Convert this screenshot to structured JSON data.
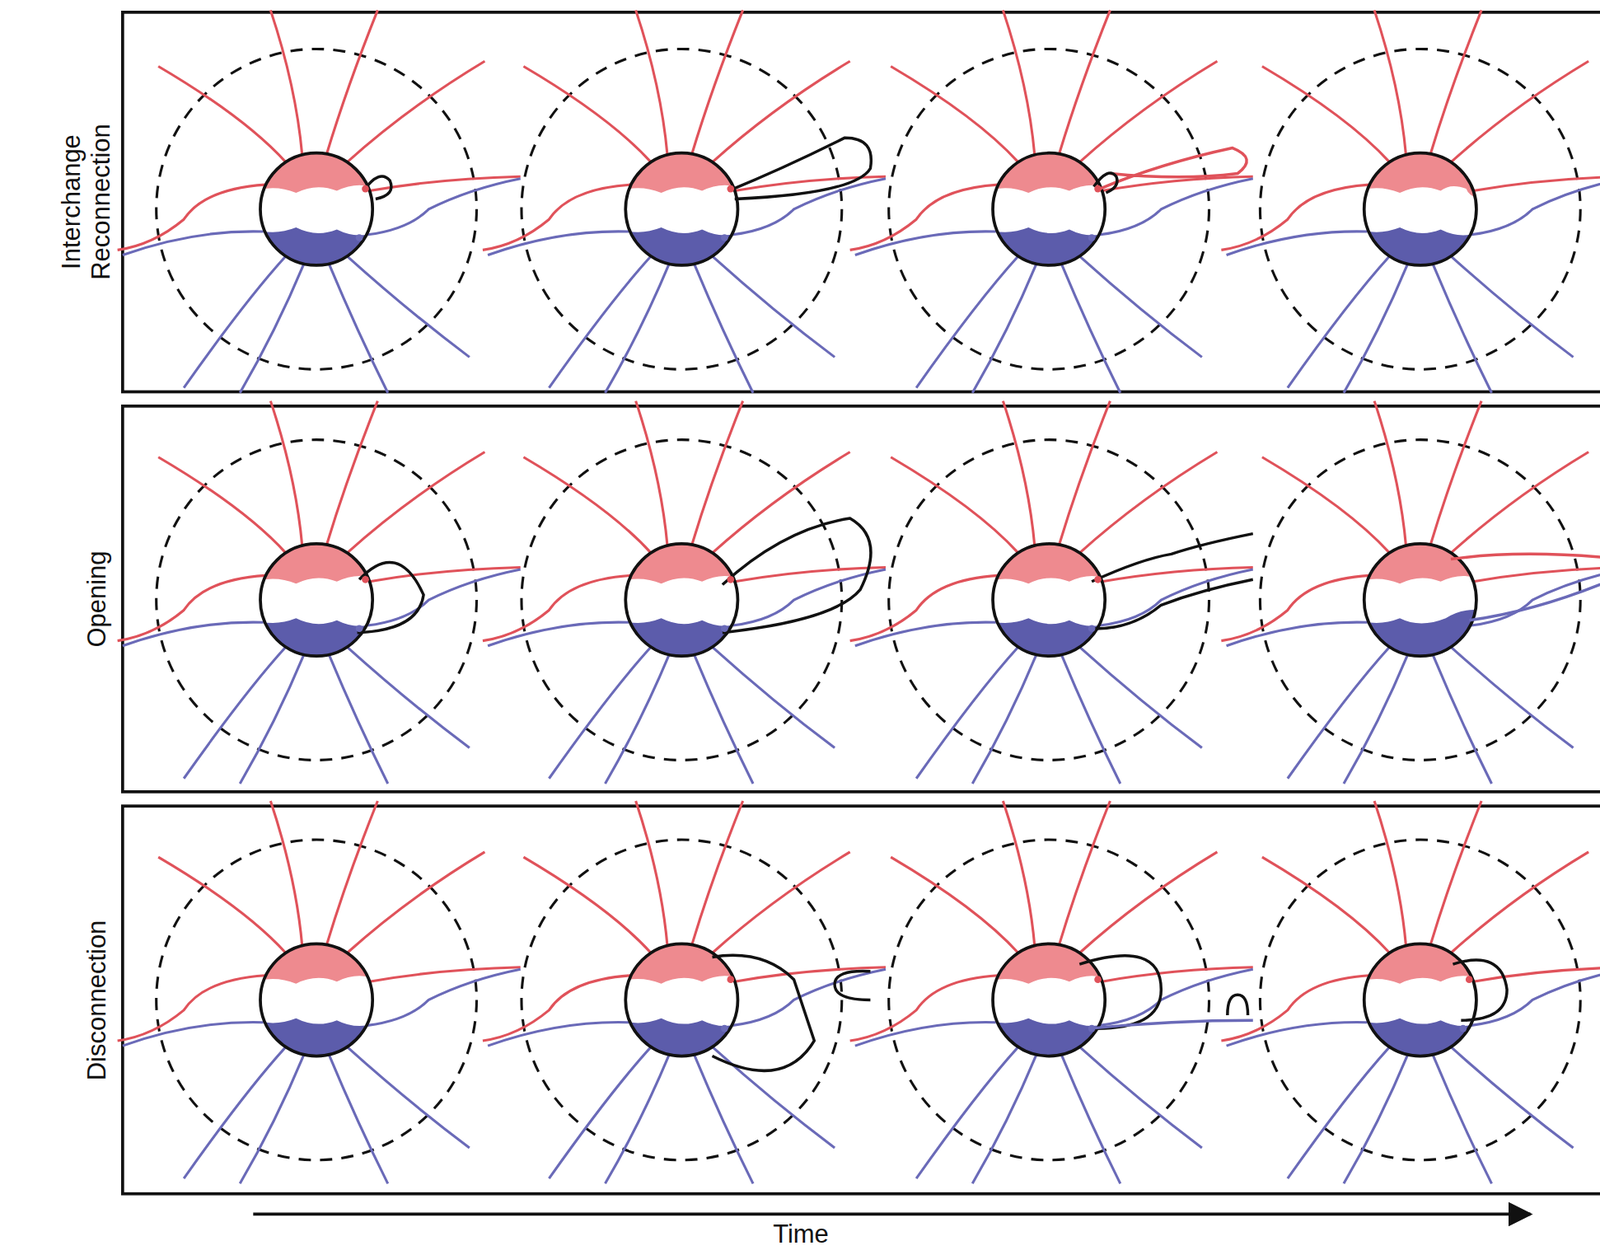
{
  "diagram": {
    "labels": [
      "Interchange Reconnection",
      "Opening",
      "Disconnection",
      "Time"
    ]
  }
}
